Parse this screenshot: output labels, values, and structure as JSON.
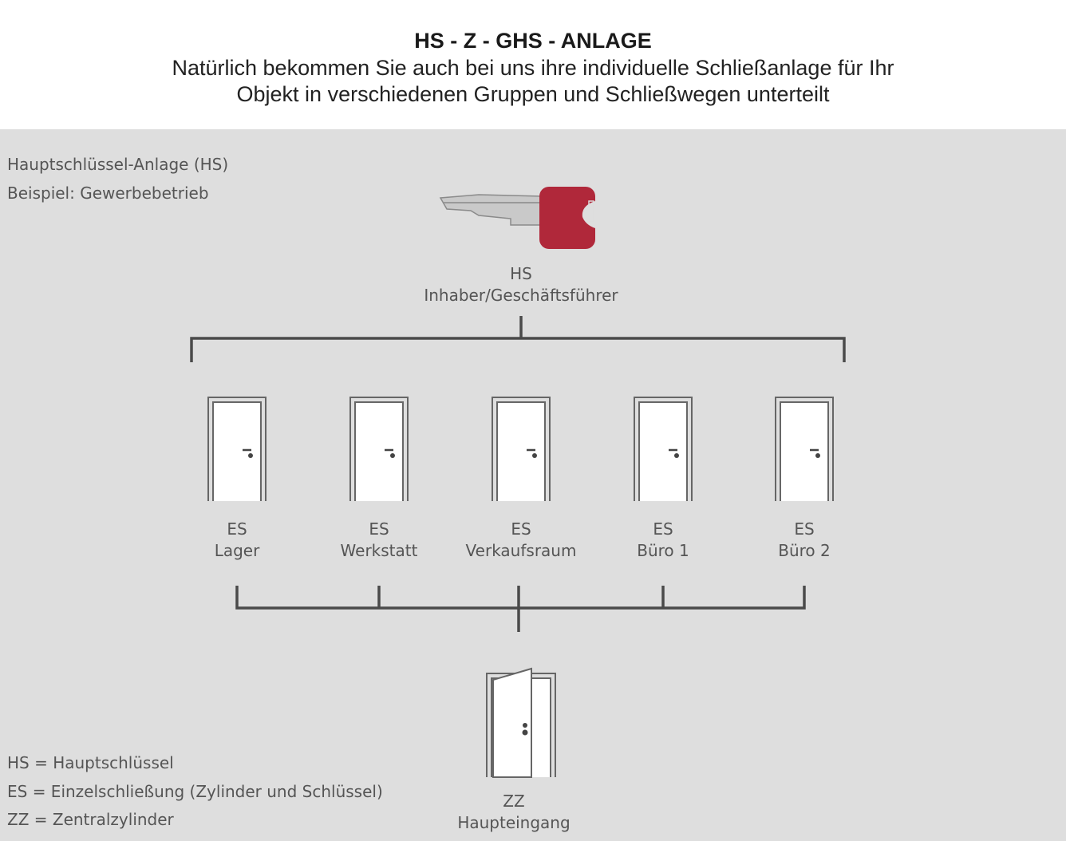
{
  "header": {
    "title": "HS - Z - GHS - ANLAGE",
    "subtitle_line1": "Natürlich bekommen Sie auch bei uns ihre individuelle Schließanlage für Ihr",
    "subtitle_line2": "Objekt in verschiedenen Gruppen und Schließwegen unterteilt"
  },
  "intro": {
    "line1": "Hauptschlüssel-Anlage (HS)",
    "line2": "Beispiel: Gewerbebetrieb"
  },
  "master_key": {
    "code": "HS",
    "label": "Inhaber/Geschäftsführer",
    "color": "#b0283a"
  },
  "doors": [
    {
      "code": "ES",
      "label": "Lager"
    },
    {
      "code": "ES",
      "label": "Werkstatt"
    },
    {
      "code": "ES",
      "label": "Verkaufsraum"
    },
    {
      "code": "ES",
      "label": "Büro 1"
    },
    {
      "code": "ES",
      "label": "Büro 2"
    }
  ],
  "central": {
    "code": "ZZ",
    "label": "Haupteingang"
  },
  "legend": [
    "HS = Hauptschlüssel",
    "ES = Einzelschließung (Zylinder und Schlüssel)",
    "ZZ = Zentralzylinder"
  ]
}
